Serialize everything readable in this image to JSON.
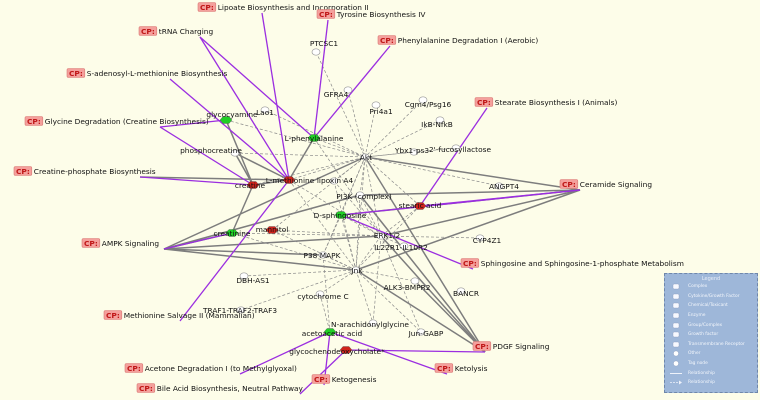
{
  "colors": {
    "background": "#fdfde9",
    "up": "#d0231b",
    "down": "#1fcf25",
    "neutral": "#ffffff",
    "pathway_edge": "#9b2ee0",
    "edge": "#7d7d7d",
    "cp_box": "#f4a09c",
    "legend_bg": "#9eb7d9"
  },
  "cp_prefix": "CP:",
  "nodes": [
    {
      "id": "ptcsc1",
      "label": "PTCSC1",
      "color": "neutral"
    },
    {
      "id": "gfra4",
      "label": "GFRA4",
      "color": "neutral"
    },
    {
      "id": "lao1",
      "label": "Lao1",
      "color": "neutral"
    },
    {
      "id": "pri4a1",
      "label": "Pri4a1",
      "color": "neutral"
    },
    {
      "id": "cgm4",
      "label": "Cgm4/Psg16",
      "color": "neutral"
    },
    {
      "id": "glycocyamine",
      "label": "glycocyamine",
      "color": "down"
    },
    {
      "id": "lphe",
      "label": "L-phenylalanine",
      "color": "down"
    },
    {
      "id": "ikb",
      "label": "IkB-NfkB",
      "color": "neutral"
    },
    {
      "id": "phosphocreatine",
      "label": "phosphocreatine",
      "color": "neutral"
    },
    {
      "id": "akt",
      "label": "Akt",
      "color": "neutral"
    },
    {
      "id": "ybx1",
      "label": "Ybx1-ps3",
      "color": "neutral"
    },
    {
      "id": "fucosyl",
      "label": "2'-fucosyllactose",
      "color": "neutral"
    },
    {
      "id": "creatine",
      "label": "creatine",
      "color": "up"
    },
    {
      "id": "lmet",
      "label": "L-methionine",
      "color": "up"
    },
    {
      "id": "lipoxin",
      "label": "lipoxin A4",
      "color": "neutral"
    },
    {
      "id": "angpt4",
      "label": "ANGPT4",
      "color": "neutral"
    },
    {
      "id": "pi3k",
      "label": "PI3K (complex)",
      "color": "neutral"
    },
    {
      "id": "stearic",
      "label": "stearic acid",
      "color": "up"
    },
    {
      "id": "dsph",
      "label": "D-sphingosine",
      "color": "down"
    },
    {
      "id": "creatinine",
      "label": "creatinine",
      "color": "down"
    },
    {
      "id": "mannitol",
      "label": "mannitol",
      "color": "up"
    },
    {
      "id": "erk",
      "label": "ERK1/2",
      "color": "neutral"
    },
    {
      "id": "cyp4z1",
      "label": "CYP4Z1",
      "color": "neutral"
    },
    {
      "id": "il22r1",
      "label": "IL22R1-IL10R2",
      "color": "neutral"
    },
    {
      "id": "p38",
      "label": "P38 MAPK",
      "color": "neutral"
    },
    {
      "id": "jnk",
      "label": "Jnk",
      "color": "neutral"
    },
    {
      "id": "dbh",
      "label": "DBH-AS1",
      "color": "neutral"
    },
    {
      "id": "alk3",
      "label": "ALK3-BMPR2",
      "color": "neutral"
    },
    {
      "id": "bancr",
      "label": "BANCR",
      "color": "neutral"
    },
    {
      "id": "cytc",
      "label": "cytochrome C",
      "color": "neutral"
    },
    {
      "id": "traf",
      "label": "TRAF1-TRAF2-TRAF3",
      "color": "neutral"
    },
    {
      "id": "narach",
      "label": "N-arachidonylglycine",
      "color": "neutral"
    },
    {
      "id": "acetoacetic",
      "label": "acetoacetic acid",
      "color": "down"
    },
    {
      "id": "jungabp",
      "label": "Jun-GABP",
      "color": "neutral"
    },
    {
      "id": "glycochen",
      "label": "glycochenodeoxycholate*",
      "color": "up"
    }
  ],
  "pathways": [
    {
      "id": "cp_lipoate",
      "label": "Lipoate Biosynthesis and Incorporation II"
    },
    {
      "id": "cp_tyrosine",
      "label": "Tyrosine Biosynthesis IV"
    },
    {
      "id": "cp_trna",
      "label": "tRNA Charging"
    },
    {
      "id": "cp_phedeg",
      "label": "Phenylalanine Degradation I (Aerobic)"
    },
    {
      "id": "cp_sam",
      "label": "S-adenosyl-L-methionine Biosynthesis"
    },
    {
      "id": "cp_stearate",
      "label": "Stearate Biosynthesis I (Animals)"
    },
    {
      "id": "cp_glycine",
      "label": "Glycine Degradation (Creatine Biosynthesis)"
    },
    {
      "id": "cp_phosphate",
      "label": "Creatine-phosphate Biosynthesis"
    },
    {
      "id": "cp_ceramide",
      "label": "Ceramide Signaling"
    },
    {
      "id": "cp_ampk",
      "label": "AMPK Signaling"
    },
    {
      "id": "cp_s1p",
      "label": "Sphingosine and Sphingosine-1-phosphate Metabolism"
    },
    {
      "id": "cp_methionine",
      "label": "Methionine Salvage II (Mammalian)"
    },
    {
      "id": "cp_pdgf",
      "label": "PDGF Signaling"
    },
    {
      "id": "cp_acetone",
      "label": "Acetone Degradation I (to Methylglyoxal)"
    },
    {
      "id": "cp_ketolysis",
      "label": "Ketolysis"
    },
    {
      "id": "cp_ketogenesis",
      "label": "Ketogenesis"
    },
    {
      "id": "cp_bile",
      "label": "Bile Acid Biosynthesis, Neutral Pathway"
    }
  ],
  "edges_dashed": [
    [
      "ptcsc1",
      "akt"
    ],
    [
      "gfra4",
      "akt"
    ],
    [
      "lao1",
      "akt"
    ],
    [
      "pri4a1",
      "akt"
    ],
    [
      "cgm4",
      "akt"
    ],
    [
      "ikb",
      "akt"
    ],
    [
      "ybx1",
      "akt"
    ],
    [
      "fucosyl",
      "akt"
    ],
    [
      "lphe",
      "akt"
    ],
    [
      "glycocyamine",
      "akt"
    ],
    [
      "phosphocreatine",
      "akt"
    ],
    [
      "creatine",
      "akt"
    ],
    [
      "lmet",
      "akt"
    ],
    [
      "lipoxin",
      "akt"
    ],
    [
      "pi3k",
      "akt"
    ],
    [
      "dsph",
      "akt"
    ],
    [
      "stearic",
      "akt"
    ],
    [
      "erk",
      "akt"
    ],
    [
      "p38",
      "akt"
    ],
    [
      "jnk",
      "akt"
    ],
    [
      "mannitol",
      "akt"
    ],
    [
      "angpt4",
      "akt"
    ],
    [
      "dsph",
      "erk"
    ],
    [
      "dsph",
      "jnk"
    ],
    [
      "dsph",
      "p38"
    ],
    [
      "pi3k",
      "erk"
    ],
    [
      "pi3k",
      "jnk"
    ],
    [
      "lipoxin",
      "erk"
    ],
    [
      "lipoxin",
      "jnk"
    ],
    [
      "mannitol",
      "erk"
    ],
    [
      "mannitol",
      "jnk"
    ],
    [
      "creatinine",
      "erk"
    ],
    [
      "creatinine",
      "jnk"
    ],
    [
      "erk",
      "il22r1"
    ],
    [
      "erk",
      "jnk"
    ],
    [
      "jnk",
      "p38"
    ],
    [
      "jnk",
      "dbh"
    ],
    [
      "jnk",
      "cytc"
    ],
    [
      "jnk",
      "alk3"
    ],
    [
      "jnk",
      "traf"
    ],
    [
      "jnk",
      "narach"
    ],
    [
      "jnk",
      "jungabp"
    ],
    [
      "erk",
      "cyp4z1"
    ],
    [
      "erk",
      "jungabp"
    ],
    [
      "p38",
      "acetoacetic"
    ],
    [
      "erk",
      "narach"
    ],
    [
      "cytc",
      "acetoacetic"
    ],
    [
      "stearic",
      "erk"
    ],
    [
      "stearic",
      "jnk"
    ],
    [
      "lphe",
      "erk"
    ],
    [
      "lmet",
      "erk"
    ],
    [
      "lmet",
      "jnk"
    ]
  ],
  "edges_solid": [
    [
      "phosphocreatine",
      "creatine"
    ],
    [
      "creatine",
      "creatinine"
    ],
    [
      "glycocyamine",
      "creatine"
    ],
    [
      "creatinine",
      "cp_ampk"
    ],
    [
      "creatine",
      "lmet"
    ],
    [
      "lmet",
      "lphe"
    ],
    [
      "cp_ampk",
      "erk"
    ],
    [
      "cp_ampk",
      "jnk"
    ],
    [
      "cp_ampk",
      "p38"
    ],
    [
      "cp_ampk",
      "pi3k"
    ],
    [
      "cp_ampk",
      "akt"
    ],
    [
      "cp_ceramide",
      "akt"
    ],
    [
      "cp_ceramide",
      "erk"
    ],
    [
      "cp_ceramide",
      "jnk"
    ],
    [
      "cp_ceramide",
      "pi3k"
    ],
    [
      "cp_ceramide",
      "dsph"
    ],
    [
      "cp_pdgf",
      "akt"
    ],
    [
      "cp_pdgf",
      "erk"
    ],
    [
      "cp_pdgf",
      "jnk"
    ],
    [
      "cp_pdgf",
      "pi3k"
    ],
    [
      "cp_pdgf",
      "alk3"
    ],
    [
      "cp_phosphate",
      "lmet"
    ],
    [
      "phosphocreatine",
      "lmet"
    ]
  ],
  "edges_pathway": [
    [
      "cp_lipoate",
      "lmet"
    ],
    [
      "cp_tyrosine",
      "lphe"
    ],
    [
      "cp_trna",
      "lmet"
    ],
    [
      "cp_trna",
      "lphe"
    ],
    [
      "cp_phedeg",
      "lphe"
    ],
    [
      "cp_sam",
      "lmet"
    ],
    [
      "cp_stearate",
      "stearic"
    ],
    [
      "cp_glycine",
      "glycocyamine"
    ],
    [
      "cp_glycine",
      "creatine"
    ],
    [
      "cp_phosphate",
      "creatine"
    ],
    [
      "cp_ceramide",
      "stearic"
    ],
    [
      "cp_ceramide",
      "dsph"
    ],
    [
      "cp_ampk",
      "creatinine"
    ],
    [
      "cp_s1p",
      "dsph"
    ],
    [
      "cp_methionine",
      "lmet"
    ],
    [
      "cp_acetone",
      "acetoacetic"
    ],
    [
      "cp_ketolysis",
      "acetoacetic"
    ],
    [
      "cp_ketogenesis",
      "acetoacetic"
    ],
    [
      "cp_bile",
      "glycochen"
    ],
    [
      "cp_pdgf",
      "glycochen"
    ]
  ],
  "legend": {
    "title": "Legend",
    "items": [
      {
        "label": "Complex",
        "icon": "complex-icon"
      },
      {
        "label": "Cytokine/Growth Factor",
        "icon": "cytokine-icon"
      },
      {
        "label": "Chemical/Toxicant",
        "icon": "chemical-icon"
      },
      {
        "label": "Enzyme",
        "icon": "enzyme-icon"
      },
      {
        "label": "Group/Complex",
        "icon": "group-icon"
      },
      {
        "label": "Growth factor",
        "icon": "growth-factor-icon"
      },
      {
        "label": "Transmembrane Receptor",
        "icon": "receptor-icon"
      },
      {
        "label": "Other",
        "icon": "other-icon"
      },
      {
        "label": "Tag node",
        "icon": "tag-node-icon"
      },
      {
        "label": "Relationship",
        "icon": "relationship-line-icon"
      },
      {
        "label": "Relationship",
        "icon": "relationship-arrow-icon"
      }
    ]
  }
}
